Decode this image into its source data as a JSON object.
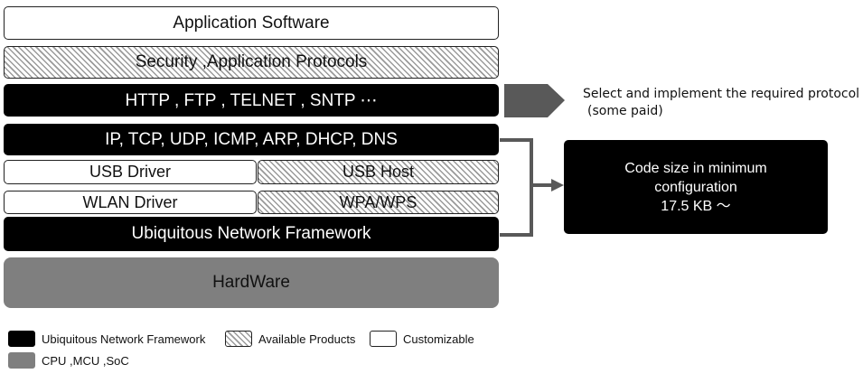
{
  "stack": {
    "application": "Application Software",
    "security": "Security ,Application Protocols",
    "protocols": "HTTP , FTP , TELNET , SNTP ⋯",
    "network": "IP, TCP, UDP, ICMP, ARP, DHCP, DNS",
    "usb_driver": "USB Driver",
    "usb_host": "USB Host",
    "wlan_driver": "WLAN Driver",
    "wpa": "WPA/WPS",
    "framework": "Ubiquitous Network Framework",
    "hardware": "HardWare"
  },
  "protocol_note": {
    "line1": "Select and implement the required protocol",
    "line2": "(some paid)"
  },
  "code_size": {
    "line1": "Code size in minimum",
    "line2": "configuration",
    "line3": "17.5 KB ～"
  },
  "legend": {
    "framework": "Ubiquitous Network Framework",
    "available": "Available Products",
    "customizable": "Customizable",
    "cpu": "CPU ,MCU ,SoC"
  },
  "colors": {
    "framework": "#000000",
    "hardware": "#7f7f7f",
    "connector": "#595959"
  }
}
